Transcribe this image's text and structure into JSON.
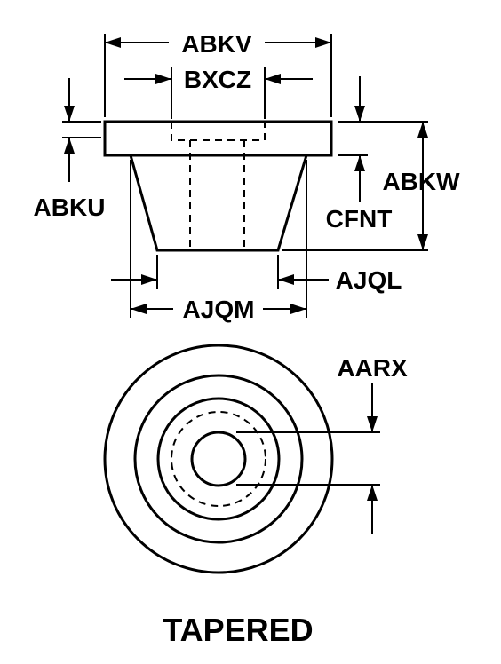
{
  "diagram": {
    "labels": {
      "abkv": "ABKV",
      "bxcz": "BXCZ",
      "abku": "ABKU",
      "abkw": "ABKW",
      "cfnt": "CFNT",
      "ajql": "AJQL",
      "ajqm": "AJQM",
      "aarx": "AARX"
    },
    "title": "TAPERED"
  }
}
